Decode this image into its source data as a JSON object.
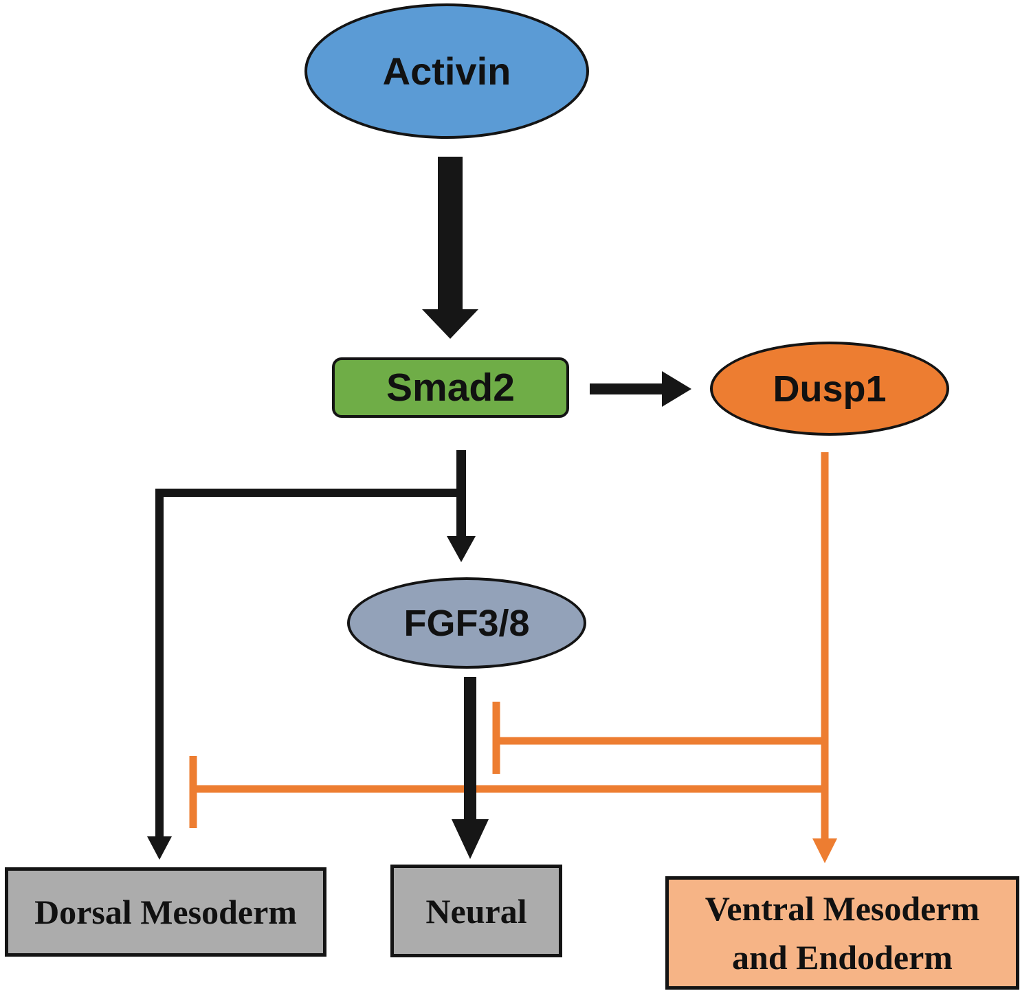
{
  "diagram": {
    "background": "#FFFFFF",
    "colors": {
      "activation": "#161616",
      "inhibition": "#ED7D31",
      "text": "#111111"
    },
    "nodes": {
      "activin": {
        "label": "Activin",
        "shape": "ellipse",
        "fill": "#5B9BD5",
        "border": "#141414"
      },
      "smad2": {
        "label": "Smad2",
        "shape": "rounded-rect",
        "fill": "#6FAD47",
        "border": "#141414"
      },
      "dusp1": {
        "label": "Dusp1",
        "shape": "ellipse",
        "fill": "#ED7D31",
        "border": "#141414"
      },
      "fgf38": {
        "label": "FGF3/8",
        "shape": "ellipse",
        "fill": "#93A2B9",
        "border": "#141414"
      },
      "dorsal_mesoderm": {
        "label": "Dorsal Mesoderm",
        "shape": "rect",
        "fill": "#ACACAC",
        "border": "#141414"
      },
      "neural": {
        "label": "Neural",
        "shape": "rect",
        "fill": "#ACACAC",
        "border": "#141414"
      },
      "ventral_mesoderm_endoderm": {
        "label_line1": "Ventral Mesoderm",
        "label_line2": "and Endoderm",
        "shape": "rect",
        "fill": "#F6B486",
        "border": "#141414"
      }
    },
    "edges": [
      {
        "from": "Activin",
        "to": "Smad2",
        "type": "activation",
        "color": "#161616"
      },
      {
        "from": "Smad2",
        "to": "Dusp1",
        "type": "activation",
        "color": "#161616"
      },
      {
        "from": "Smad2",
        "to": "FGF3/8",
        "type": "activation",
        "color": "#161616"
      },
      {
        "from": "Smad2",
        "to": "Dorsal Mesoderm",
        "type": "activation",
        "color": "#161616"
      },
      {
        "from": "FGF3/8",
        "to": "Neural",
        "type": "activation",
        "color": "#161616"
      },
      {
        "from": "Dusp1",
        "to": "Ventral Mesoderm and Endoderm",
        "type": "activation",
        "color": "#ED7D31"
      },
      {
        "from": "Dusp1",
        "to": "FGF3/8-Neural arrow",
        "type": "inhibition",
        "color": "#ED7D31"
      },
      {
        "from": "Dusp1",
        "to": "Smad2-Dorsal Mesoderm arrow",
        "type": "inhibition",
        "color": "#ED7D31"
      }
    ]
  }
}
